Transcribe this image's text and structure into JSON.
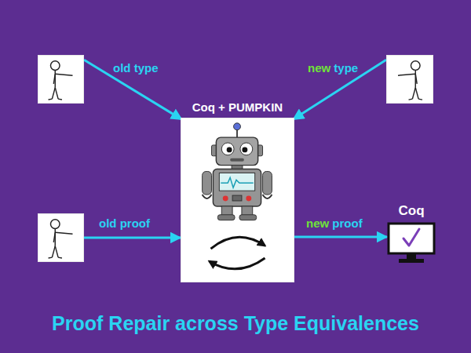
{
  "diagram": {
    "title": "Proof Repair across Type Equivalences",
    "nodes": [
      {
        "text": []
      },
      {
        "text": [
          "Coq + PUMPKIN"
        ]
      },
      {
        "text": []
      },
      {
        "text": []
      },
      {
        "text": [
          "Coq"
        ]
      }
    ],
    "edges": [
      {
        "from": 0,
        "to": 1,
        "arrow": "to",
        "label": "old type"
      },
      {
        "from": 2,
        "to": 1,
        "arrow": "to",
        "label": "new type"
      },
      {
        "from": 3,
        "to": 1,
        "arrow": "to",
        "label": "old proof"
      },
      {
        "from": 1,
        "to": 4,
        "arrow": "to",
        "label": "new proof"
      }
    ]
  }
}
